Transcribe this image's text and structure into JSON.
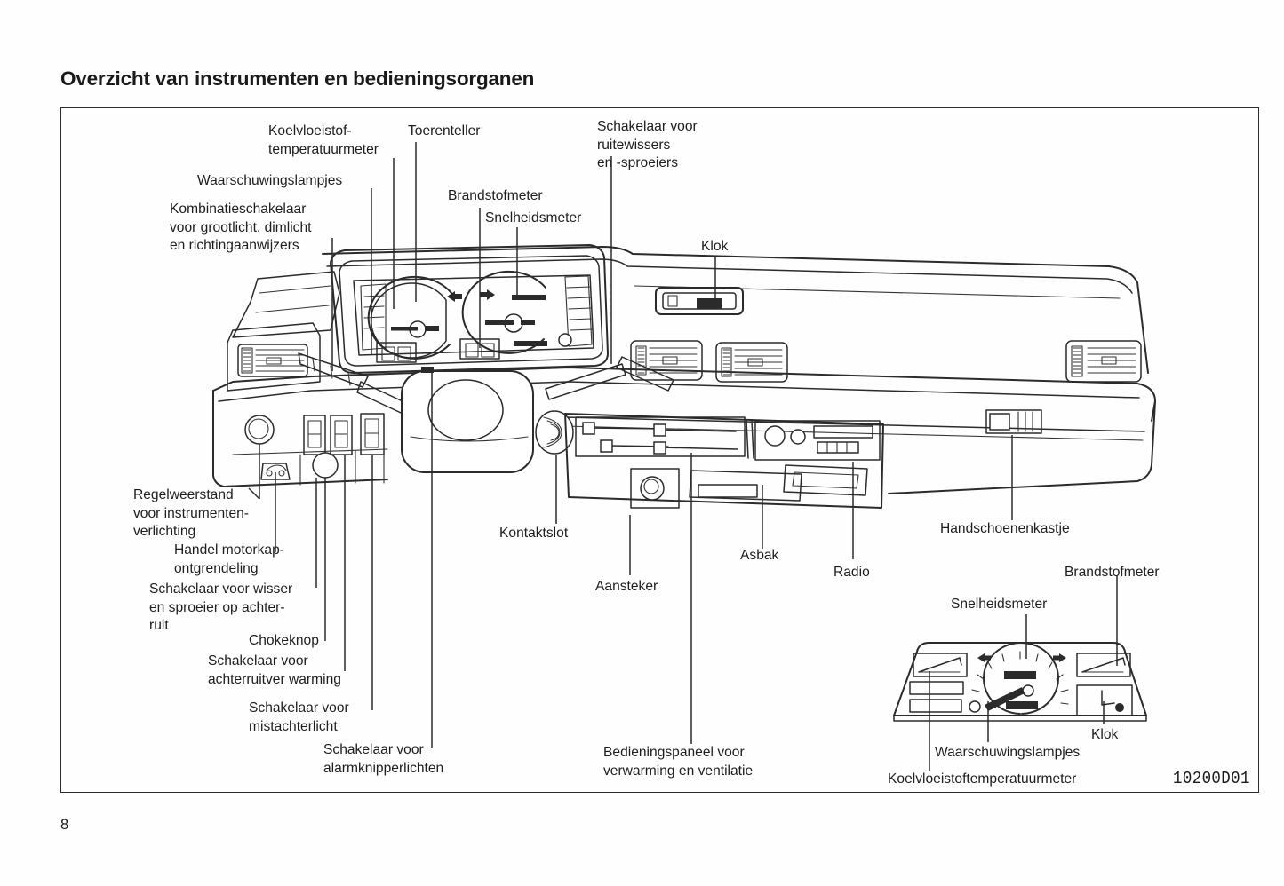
{
  "document": {
    "title": "Overzicht van instrumenten en bedieningsorganen",
    "page_number": "8",
    "figure_code": "10200D01"
  },
  "figure": {
    "caption_top_labels": [
      {
        "id": "koelvloeistof-temperatuurmeter",
        "text": "Koelvloeistof-\ntemperatuurmeter"
      },
      {
        "id": "toerenteller",
        "text": "Toerenteller"
      },
      {
        "id": "schakelaar-ruitewissers",
        "text": "Schakelaar voor\nruitewissers\nen -sproeiers"
      },
      {
        "id": "waarschuwingslampjes",
        "text": "Waarschuwingslampjes"
      },
      {
        "id": "brandstofmeter",
        "text": "Brandstofmeter"
      },
      {
        "id": "kombinatieschakelaar",
        "text": "Kombinatieschakelaar\nvoor grootlicht, dimlicht\nen richtingaanwijzers"
      },
      {
        "id": "snelheidsmeter",
        "text": "Snelheidsmeter"
      },
      {
        "id": "klok",
        "text": "Klok"
      }
    ],
    "caption_bottom_labels": [
      {
        "id": "regelweerstand",
        "text": "Regelweerstand\nvoor instrumenten-\nverlichting"
      },
      {
        "id": "handel-motorkap",
        "text": "Handel motorkap-\nontgrendeling"
      },
      {
        "id": "schakelaar-achterruitwisser",
        "text": "Schakelaar voor wisser\nen sproeier op achter-\nruit"
      },
      {
        "id": "chokeknop",
        "text": "Chokeknop"
      },
      {
        "id": "schakelaar-achterruitverwarming",
        "text": "Schakelaar voor\nachterruitver warming"
      },
      {
        "id": "schakelaar-mistachterlicht",
        "text": "Schakelaar voor\nmistachterlicht"
      },
      {
        "id": "schakelaar-alarmknipperlichten",
        "text": "Schakelaar voor\nalarmknipperlichten"
      },
      {
        "id": "kontaktslot",
        "text": "Kontaktslot"
      },
      {
        "id": "aansteker",
        "text": "Aansteker"
      },
      {
        "id": "bedieningspaneel",
        "text": "Bedieningspaneel voor\nverwarming en ventilatie"
      },
      {
        "id": "asbak",
        "text": "Asbak"
      },
      {
        "id": "radio",
        "text": "Radio"
      },
      {
        "id": "handschoenenkastje",
        "text": "Handschoenenkastje"
      }
    ],
    "inset_labels": [
      {
        "id": "inset-brandstofmeter",
        "text": "Brandstofmeter"
      },
      {
        "id": "inset-snelheidsmeter",
        "text": "Snelheidsmeter"
      },
      {
        "id": "inset-klok",
        "text": "Klok"
      },
      {
        "id": "inset-waarschuwingslampjes",
        "text": "Waarschuwingslampjes"
      },
      {
        "id": "inset-koelvloeistoftemperatuurmeter",
        "text": "Koelvloeistoftemperatuurmeter"
      }
    ]
  },
  "colors": {
    "ink": "#2b2b2b",
    "paper": "#ffffff",
    "text": "#1d1d1d"
  }
}
